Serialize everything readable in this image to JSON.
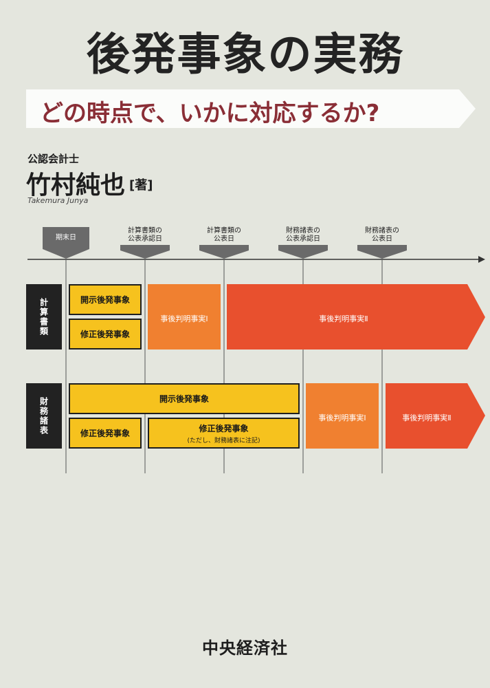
{
  "cover": {
    "title": "後発事象の実務",
    "subtitle": "どの時点で、いかに対応するか?",
    "author_role": "公認会計士",
    "author_name": "竹村純也",
    "author_suffix": "[著]",
    "author_romaji": "Takemura Junya",
    "publisher": "中央経済社"
  },
  "timeline": {
    "markers": [
      {
        "label": "期末日"
      },
      {
        "label": "計算書類の\n公表承認日"
      },
      {
        "label": "計算書類の\n公表日"
      },
      {
        "label": "財務諸表の\n公表承認日"
      },
      {
        "label": "財務諸表の\n公表日"
      }
    ]
  },
  "sections": {
    "keisan": {
      "side_label": "計算書類",
      "box_disclosure": "開示後発事象",
      "box_correction": "修正後発事象",
      "bar1": "事後判明事実Ⅰ",
      "bar2": "事後判明事実Ⅱ"
    },
    "zaimu": {
      "side_label": "財務諸表",
      "box_disclosure": "開示後発事象",
      "box_correction": "修正後発事象",
      "box_correction2": "修正後発事象",
      "box_correction2_note": "(ただし、財務諸表に注記)",
      "bar1": "事後判明事実Ⅰ",
      "bar2": "事後判明事実Ⅱ"
    }
  },
  "colors": {
    "background": "#e4e6de",
    "subtitle_text": "#8a2e36",
    "yellow": "#f6c21e",
    "orange": "#f08030",
    "red_orange": "#e8502e"
  }
}
